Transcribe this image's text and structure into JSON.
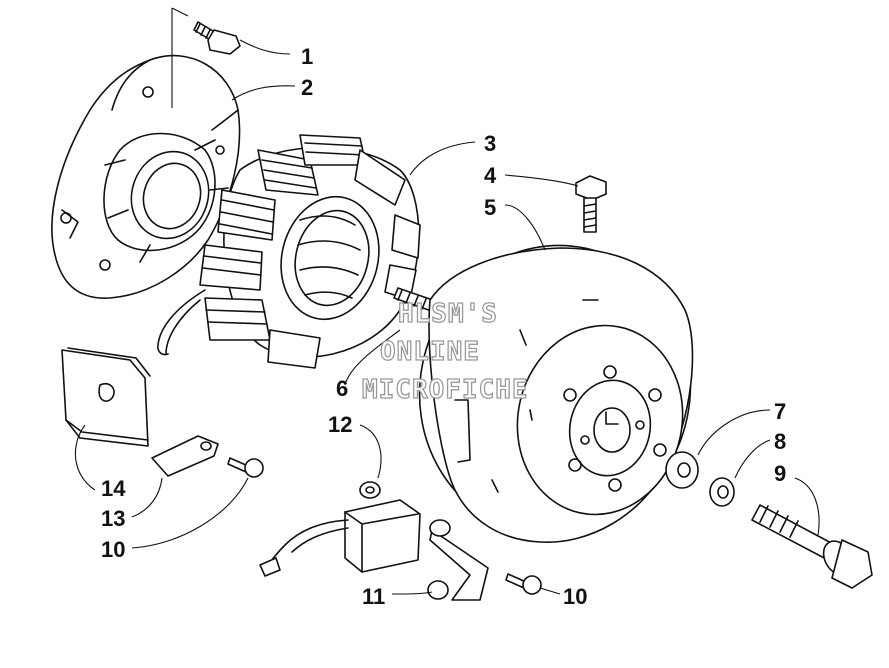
{
  "diagram": {
    "callouts": [
      {
        "id": "c1",
        "label": "1"
      },
      {
        "id": "c2",
        "label": "2"
      },
      {
        "id": "c3",
        "label": "3"
      },
      {
        "id": "c4",
        "label": "4"
      },
      {
        "id": "c5",
        "label": "5"
      },
      {
        "id": "c6",
        "label": "6"
      },
      {
        "id": "c7",
        "label": "7"
      },
      {
        "id": "c8",
        "label": "8"
      },
      {
        "id": "c9",
        "label": "9"
      },
      {
        "id": "c10a",
        "label": "10"
      },
      {
        "id": "c10b",
        "label": "10"
      },
      {
        "id": "c11",
        "label": "11"
      },
      {
        "id": "c12",
        "label": "12"
      },
      {
        "id": "c13",
        "label": "13"
      },
      {
        "id": "c14",
        "label": "14"
      }
    ],
    "watermark": {
      "line1": "HLSM'S",
      "line2": "ONLINE",
      "line3": "MICROFICHE"
    }
  }
}
